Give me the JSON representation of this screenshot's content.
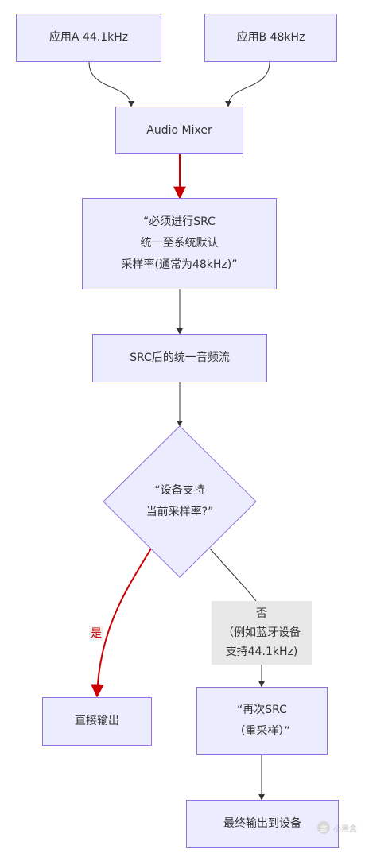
{
  "nodes": {
    "app_a": "应用A 44.1kHz",
    "app_b": "应用B 48kHz",
    "mixer": "Audio Mixer",
    "src_required": [
      "“必须进行SRC",
      "统一至系统默认",
      "采样率(通常为48kHz)”"
    ],
    "unified_stream": "SRC后的统一音频流",
    "decision": [
      "“设备支持",
      "当前采样率?”"
    ],
    "direct_output": "直接输出",
    "resample_again": [
      "“再次SRC",
      "（重采样）”"
    ],
    "final_output": "最终输出到设备"
  },
  "edges": {
    "yes_label": "是",
    "no_label": [
      "否",
      "（例如蓝牙设备",
      "支持44.1kHz)"
    ]
  },
  "colors": {
    "node_fill": "#ECECFF",
    "node_border": "#9370DB",
    "edge": "#333333",
    "highlight_edge": "#cc0000"
  },
  "watermark": {
    "icon": "heybox-logo-icon",
    "text": "小黑盒"
  }
}
